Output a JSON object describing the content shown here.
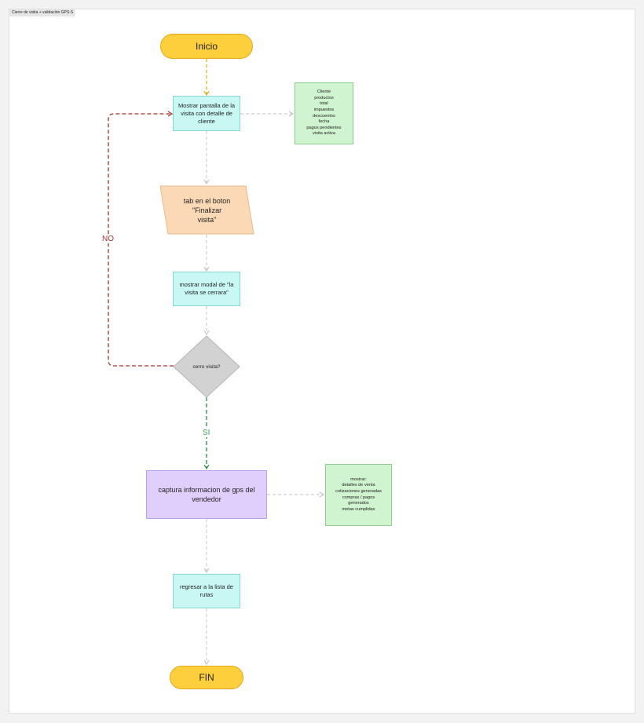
{
  "frame": {
    "title": "Cierre de visita + validación GPS-S"
  },
  "nodes": {
    "inicio": "Inicio",
    "mostrar_pantalla": "Mostrar pantalla de la visita con detalle de cliente",
    "info_cliente": "Cliente\nproductos\ntotal\nimpuestos\ndescuentos\nfecha\npagos pendientes\nvisita activa",
    "tab_boton": "tab en el boton\n\"Finalizar\nvisita\"",
    "mostrar_modal": "mostrar modal de \"la visita se cerrara\"",
    "cerro_visita": "cerro visita?",
    "captura_gps": "captura informacion de gps del vendedor",
    "mostrar_detalles": "mostrar:\ndetalles de venta\ncotizaciones generadas\ncompras / pagos\ngenerados\nmetas cumplidas",
    "regresar": "regresar a la lista de rutas",
    "fin": "FIN"
  },
  "edges": {
    "no_label": "NO",
    "si_label": "SI"
  },
  "colors": {
    "terminal": "#fdcf3c",
    "process": "#c9f7f4",
    "note": "#d0f3d0",
    "input": "#fcd9b6",
    "decision": "#d2d2d2",
    "gps": "#e0cefc",
    "edge_gray": "#cfcfcf",
    "edge_yellow": "#e3a91a",
    "edge_no": "#a8342e",
    "edge_si": "#2e8a3e"
  }
}
